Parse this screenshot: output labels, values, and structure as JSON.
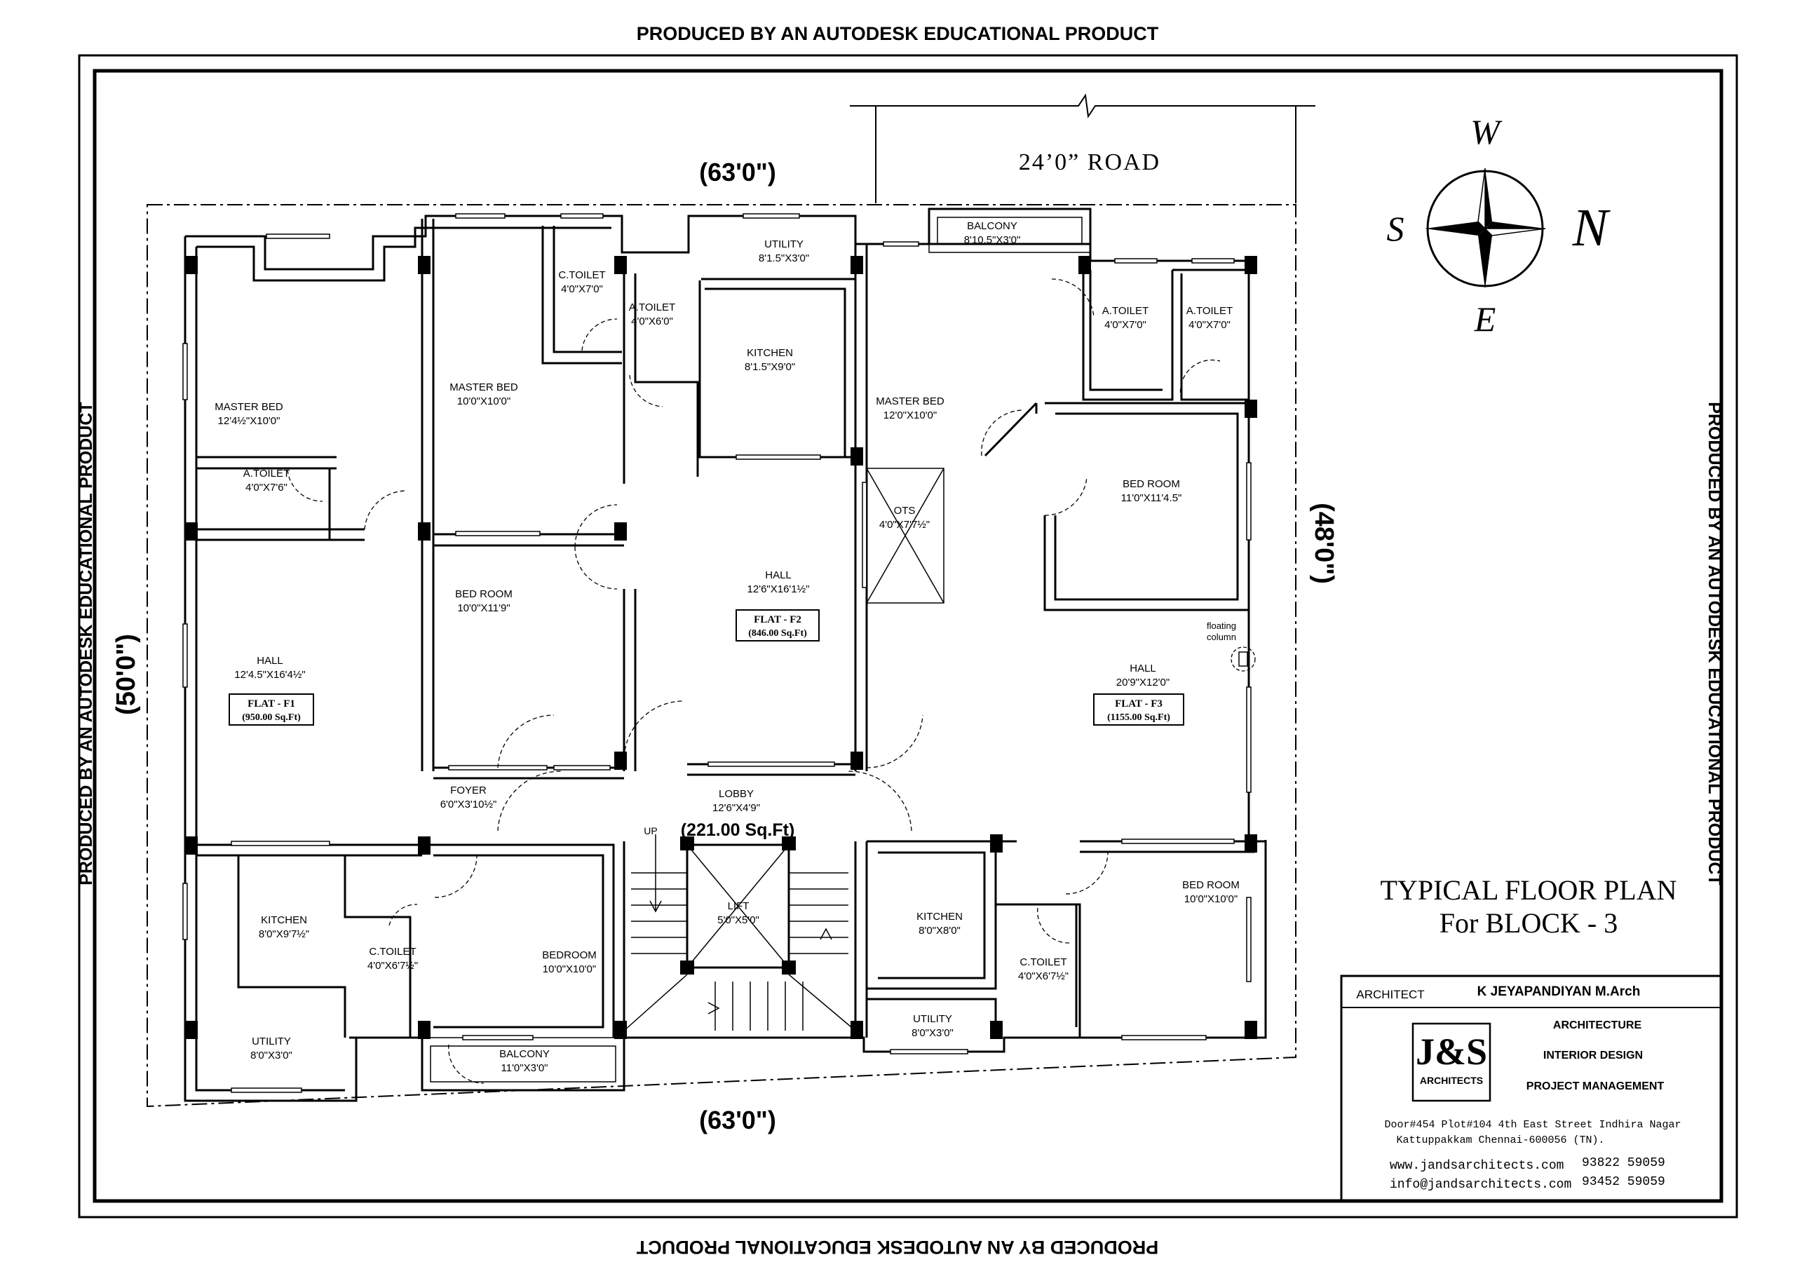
{
  "watermark": "PRODUCED BY AN AUTODESK EDUCATIONAL PRODUCT",
  "road": "24’0” ROAD",
  "dimensions": {
    "top": "(63'0\")",
    "bottom": "(63'0\")",
    "left": "(50'0\")",
    "right": "(48'0\")"
  },
  "compass": {
    "w": "W",
    "s": "S",
    "n": "N",
    "e": "E"
  },
  "rooms": {
    "f1_master_bed": {
      "name": "MASTER BED",
      "size": "12'4½\"X10'0\""
    },
    "f1_a_toilet": {
      "name": "A.TOILET",
      "size": "4'0\"X7'6\""
    },
    "f1_hall": {
      "name": "HALL",
      "size": "12'4.5\"X16'4½\""
    },
    "f1_kitchen": {
      "name": "KITCHEN",
      "size": "8'0\"X9'7½\""
    },
    "f1_utility": {
      "name": "UTILITY",
      "size": "8'0\"X3'0\""
    },
    "f1_c_toilet": {
      "name": "C.TOILET",
      "size": "4'0\"X6'7½\""
    },
    "f1_foyer": {
      "name": "FOYER",
      "size": "6'0\"X3'10½\""
    },
    "f1_bedroom": {
      "name": "BEDROOM",
      "size": "10'0\"X10'0\""
    },
    "f1_balcony": {
      "name": "BALCONY",
      "size": "11'0\"X3'0\""
    },
    "f2_master_bed": {
      "name": "MASTER BED",
      "size": "10'0\"X10'0\""
    },
    "f2_c_toilet": {
      "name": "C.TOILET",
      "size": "4'0\"X7'0\""
    },
    "f2_a_toilet": {
      "name": "A.TOILET",
      "size": "4'0\"X6'0\""
    },
    "f2_utility": {
      "name": "UTILITY",
      "size": "8'1.5\"X3'0\""
    },
    "f2_kitchen": {
      "name": "KITCHEN",
      "size": "8'1.5\"X9'0\""
    },
    "f2_bed_room": {
      "name": "BED ROOM",
      "size": "10'0\"X11'9\""
    },
    "f2_hall": {
      "name": "HALL",
      "size": "12'6\"X16'1½\""
    },
    "ots": {
      "name": "OTS",
      "size": "4'0\"X7'7½\""
    },
    "f3_balcony": {
      "name": "BALCONY",
      "size": "8'10.5\"X3'0\""
    },
    "f3_master_bed": {
      "name": "MASTER BED",
      "size": "12'0\"X10'0\""
    },
    "f3_a_toilet_1": {
      "name": "A.TOILET",
      "size": "4'0\"X7'0\""
    },
    "f3_a_toilet_2": {
      "name": "A.TOILET",
      "size": "4'0\"X7'0\""
    },
    "f3_bed_room_1": {
      "name": "BED ROOM",
      "size": "11'0\"X11'4.5\""
    },
    "f3_hall": {
      "name": "HALL",
      "size": "20'9\"X12'0\""
    },
    "f3_kitchen": {
      "name": "KITCHEN",
      "size": "8'0\"X8'0\""
    },
    "f3_utility": {
      "name": "UTILITY",
      "size": "8'0\"X3'0\""
    },
    "f3_c_toilet": {
      "name": "C.TOILET",
      "size": "4'0\"X6'7½\""
    },
    "f3_bed_room_2": {
      "name": "BED ROOM",
      "size": "10'0\"X10'0\""
    },
    "lobby": {
      "name": "LOBBY",
      "size": "12'6\"X4'9\"",
      "area": "(221.00 Sq.Ft)"
    },
    "lift": {
      "name": "LIFT",
      "size": "5'0\"X5'0\""
    }
  },
  "flats": {
    "f1": {
      "name": "FLAT - F1",
      "area": "(950.00 Sq.Ft)"
    },
    "f2": {
      "name": "FLAT - F2",
      "area": "(846.00 Sq.Ft)"
    },
    "f3": {
      "name": "FLAT - F3",
      "area": "(1155.00 Sq.Ft)"
    }
  },
  "floating_column": [
    "floating",
    "column"
  ],
  "stair_up": "UP",
  "title": {
    "line1": "TYPICAL FLOOR PLAN",
    "line2": "For BLOCK -  3"
  },
  "title_block": {
    "architect_label": "ARCHITECT",
    "architect_name": "K JEYAPANDIYAN  M.Arch",
    "logo_text": "J&S",
    "logo_sub": "ARCHITECTS",
    "services": [
      "ARCHITECTURE",
      "INTERIOR DESIGN",
      "PROJECT MANAGEMENT"
    ],
    "address_1": "Door#454 Plot#104 4th East Street Indhira Nagar",
    "address_2": "Kattuppakkam Chennai-600056 (TN).",
    "website": "www.jandsarchitects.com",
    "email": "info@jandsarchitects.com",
    "phone_1": "93822 59059",
    "phone_2": "93452 59059"
  }
}
